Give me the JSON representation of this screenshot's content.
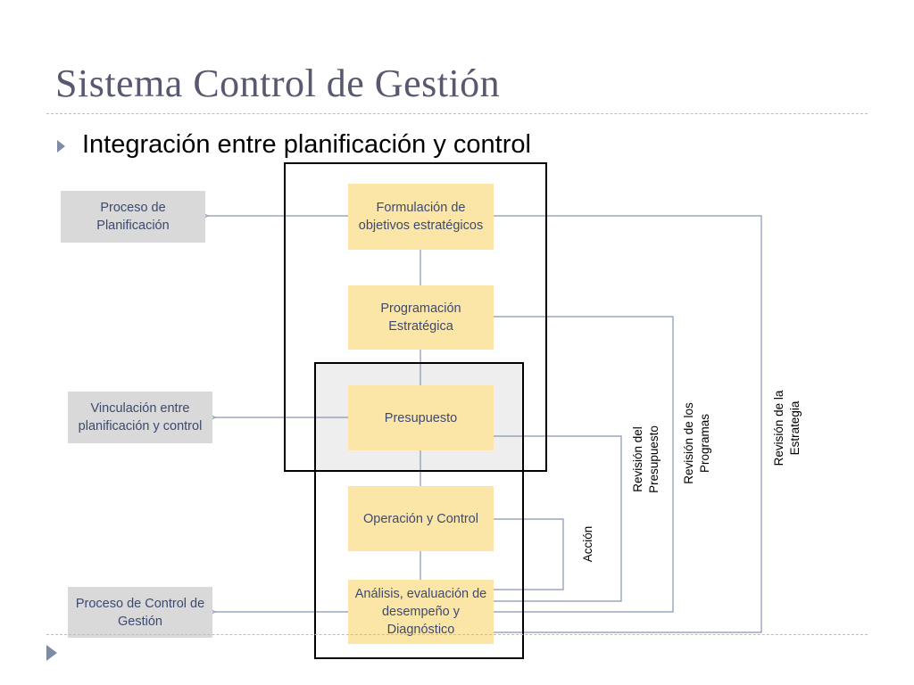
{
  "slide": {
    "title": "Sistema Control de Gestión",
    "bullet": "Integración entre planificación y control"
  },
  "diagram": {
    "boxes": {
      "formulacion": "Formulación de objetivos estratégicos",
      "programacion": "Programación Estratégica",
      "presupuesto": "Presupuesto",
      "operacion": "Operación y Control",
      "analisis": "Análisis, evaluación de desempeño y Diagnóstico"
    },
    "side_boxes": {
      "planificacion": "Proceso de Planificación",
      "vinculacion": "Vinculación entre planificación y control",
      "control_gestion": "Proceso de Control de Gestión"
    },
    "loop_labels": {
      "accion": "Acción",
      "revision_presupuesto": "Revisión del\nPresupuesto",
      "revision_programas": "Revisión de los\nProgramas",
      "revision_estrategia": "Revisión de la\nEstrategia"
    }
  },
  "colors": {
    "box_fill": "#fbe6a8",
    "side_fill": "#d9d9d9",
    "connector": "#8a94b4",
    "text_blue": "#3d4a70"
  }
}
